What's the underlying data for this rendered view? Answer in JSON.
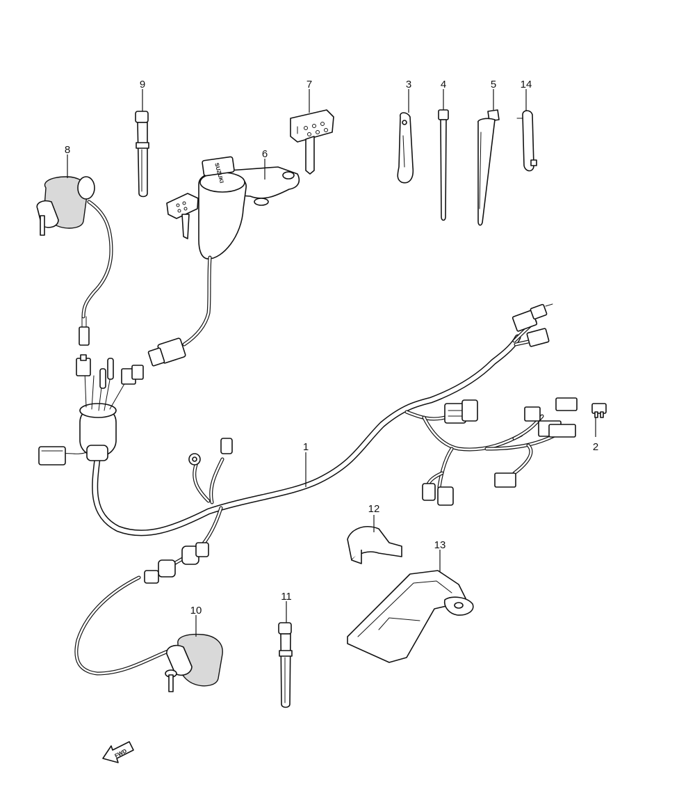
{
  "callouts": [
    {
      "id": "1",
      "label": "1"
    },
    {
      "id": "2",
      "label": "2"
    },
    {
      "id": "3",
      "label": "3"
    },
    {
      "id": "4",
      "label": "4"
    },
    {
      "id": "5",
      "label": "5"
    },
    {
      "id": "6",
      "label": "6"
    },
    {
      "id": "7",
      "label": "7"
    },
    {
      "id": "8",
      "label": "8"
    },
    {
      "id": "9",
      "label": "9"
    },
    {
      "id": "10",
      "label": "10"
    },
    {
      "id": "11",
      "label": "11"
    },
    {
      "id": "12",
      "label": "12"
    },
    {
      "id": "13",
      "label": "13"
    },
    {
      "id": "14",
      "label": "14"
    }
  ],
  "fwd_label": "FWD",
  "key_brand": "SUZUKI"
}
